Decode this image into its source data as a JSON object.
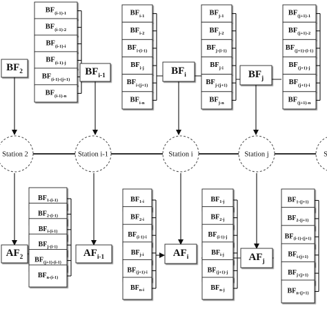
{
  "stations": [
    {
      "id": "s2",
      "label": "Station 2",
      "top_hub": {
        "main": "BF",
        "sub": "2"
      },
      "bottom_hub": {
        "main": "AF",
        "sub": "2"
      }
    },
    {
      "id": "si1",
      "label": "Station i-1",
      "top_hub": {
        "main": "BF",
        "sub": "i-1"
      },
      "bottom_hub": {
        "main": "AF",
        "sub": "i-1"
      }
    },
    {
      "id": "si",
      "label": "Station i",
      "top_hub": {
        "main": "BF",
        "sub": "i"
      },
      "bottom_hub": {
        "main": "AF",
        "sub": "i"
      }
    },
    {
      "id": "sj",
      "label": "Station j",
      "top_hub": {
        "main": "BF",
        "sub": "j"
      },
      "bottom_hub": {
        "main": "AF",
        "sub": "j"
      }
    },
    {
      "id": "sn",
      "label": "Station",
      "top_hub": null,
      "bottom_hub": null
    }
  ],
  "top_groups": [
    {
      "station": "s2",
      "items": [
        {
          "main": "BF",
          "sub": "(i-1)-1"
        },
        {
          "main": "BF",
          "sub": "(i-1)-2"
        },
        {
          "main": "BF",
          "sub": "(i-1)-i"
        },
        {
          "main": "BF",
          "sub": "(i-1)-j"
        },
        {
          "main": "BF",
          "sub": "(i-1)-(j+1)"
        },
        {
          "main": "BF",
          "sub": "(i-1)-n"
        }
      ]
    },
    {
      "station": "si",
      "items": [
        {
          "main": "BF",
          "sub": "i-1"
        },
        {
          "main": "BF",
          "sub": "i-2"
        },
        {
          "main": "BF",
          "sub": "i-(i-1)"
        },
        {
          "main": "BF",
          "sub": "i-j"
        },
        {
          "main": "BF",
          "sub": "i-(j+1)"
        },
        {
          "main": "BF",
          "sub": "i-n"
        }
      ]
    },
    {
      "station": "sj",
      "items": [
        {
          "main": "BF",
          "sub": "j-1"
        },
        {
          "main": "BF",
          "sub": "j-2"
        },
        {
          "main": "BF",
          "sub": "j-(i-1)"
        },
        {
          "main": "BF",
          "sub": "j-i"
        },
        {
          "main": "BF",
          "sub": "j-(j+1)"
        },
        {
          "main": "BF",
          "sub": "j-n"
        }
      ]
    },
    {
      "station": "sn",
      "items": [
        {
          "main": "BF",
          "sub": "(j+1)-1"
        },
        {
          "main": "BF",
          "sub": "(j+1)-2"
        },
        {
          "main": "BF",
          "sub": "(j+1)-(i-1)"
        },
        {
          "main": "BF",
          "sub": "(j+1)-j"
        },
        {
          "main": "BF",
          "sub": "(j+1)-i"
        },
        {
          "main": "BF",
          "sub": "(j+1)-n"
        }
      ]
    }
  ],
  "bottom_groups": [
    {
      "station": "s2",
      "items": [
        {
          "main": "BF",
          "sub": "1-(i-1)"
        },
        {
          "main": "BF",
          "sub": "2-(i-1)"
        },
        {
          "main": "BF",
          "sub": "i-(i-1)"
        },
        {
          "main": "BF",
          "sub": "j-(i-1)"
        },
        {
          "main": "BF",
          "sub": "(j+1)-(i-1)"
        },
        {
          "main": "BF",
          "sub": "n-(i-1)"
        }
      ]
    },
    {
      "station": "si",
      "items": [
        {
          "main": "BF",
          "sub": "1-i"
        },
        {
          "main": "BF",
          "sub": "2-i"
        },
        {
          "main": "BF",
          "sub": "(i-1)-i"
        },
        {
          "main": "BF",
          "sub": "j-i"
        },
        {
          "main": "BF",
          "sub": "(j+1)-i"
        },
        {
          "main": "BF",
          "sub": "n-i"
        }
      ]
    },
    {
      "station": "sj",
      "items": [
        {
          "main": "BF",
          "sub": "1-j"
        },
        {
          "main": "BF",
          "sub": "2-j"
        },
        {
          "main": "BF",
          "sub": "(i-1)-j"
        },
        {
          "main": "BF",
          "sub": "i-j"
        },
        {
          "main": "BF",
          "sub": "(j+1)-j"
        },
        {
          "main": "BF",
          "sub": "n-j"
        }
      ]
    },
    {
      "station": "sn",
      "items": [
        {
          "main": "BF",
          "sub": "1-(j+1)"
        },
        {
          "main": "BF",
          "sub": "2-(j+1)"
        },
        {
          "main": "BF",
          "sub": "(i-1)-(j+1)"
        },
        {
          "main": "BF",
          "sub": "i-(j+1)"
        },
        {
          "main": "BF",
          "sub": "j-(j+1)"
        },
        {
          "main": "BF",
          "sub": "n-(j+1)"
        }
      ]
    }
  ]
}
